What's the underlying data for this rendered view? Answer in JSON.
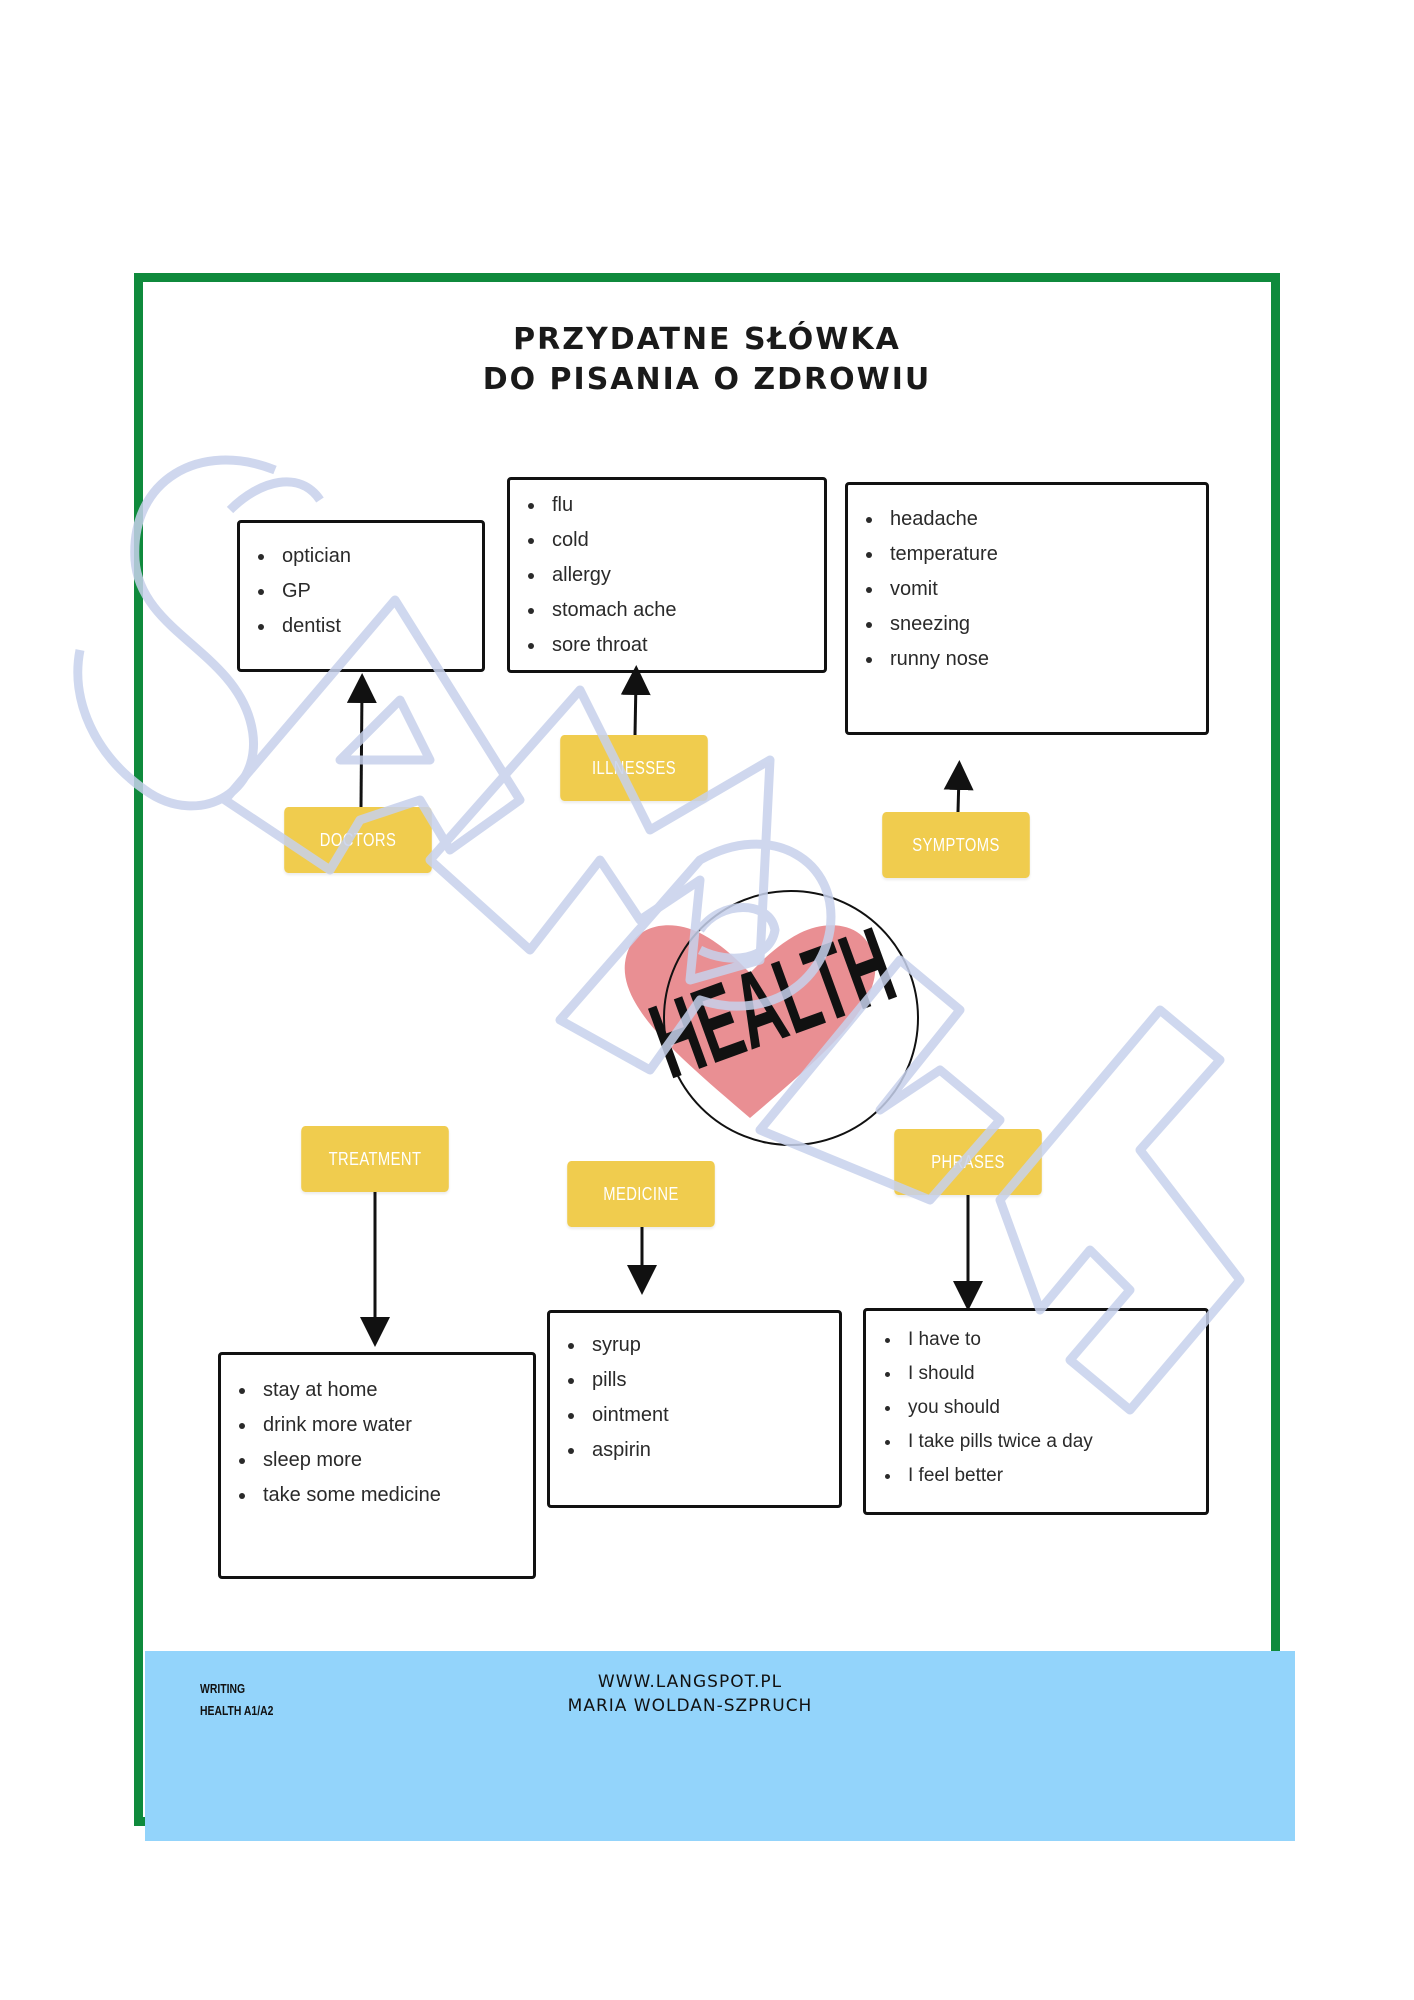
{
  "title": {
    "line1": "PRZYDATNE SŁÓWKA",
    "line2": "DO PISANIA O ZDROWIU"
  },
  "center": {
    "word": "HEALTH"
  },
  "categories": {
    "doctors": {
      "label": "DOCTORS",
      "items": [
        "optician",
        "GP",
        "dentist"
      ]
    },
    "illnesses": {
      "label": "ILLNESSES",
      "items": [
        "flu",
        "cold",
        "allergy",
        "stomach ache",
        "sore throat"
      ]
    },
    "symptoms": {
      "label": "SYMPTOMS",
      "items": [
        "headache",
        "temperature",
        "vomit",
        "sneezing",
        "runny nose"
      ]
    },
    "treatment": {
      "label": "TREATMENT",
      "items": [
        "stay at home",
        "drink more water",
        "sleep more",
        "take some medicine"
      ]
    },
    "medicine": {
      "label": "MEDICINE",
      "items": [
        "syrup",
        "pills",
        "ointment",
        "aspirin"
      ]
    },
    "phrases": {
      "label": "PHRASES",
      "items": [
        "I have to",
        "I should",
        "you should",
        "I take pills twice a day",
        "I feel better"
      ]
    }
  },
  "footer": {
    "left_line1": "WRITING",
    "left_line2": "HEALTH A1/A2",
    "site": "WWW.LANGSPOT.PL",
    "author": "MARIA WOLDAN-SZPRUCH"
  },
  "colors": {
    "frame": "#0f8a3c",
    "footer_band": "#93d4fb",
    "label_fill": "#f0cc4e",
    "heart": "#e98f93",
    "watermark": "#c7d1ec"
  },
  "watermark": "SAMPLE"
}
